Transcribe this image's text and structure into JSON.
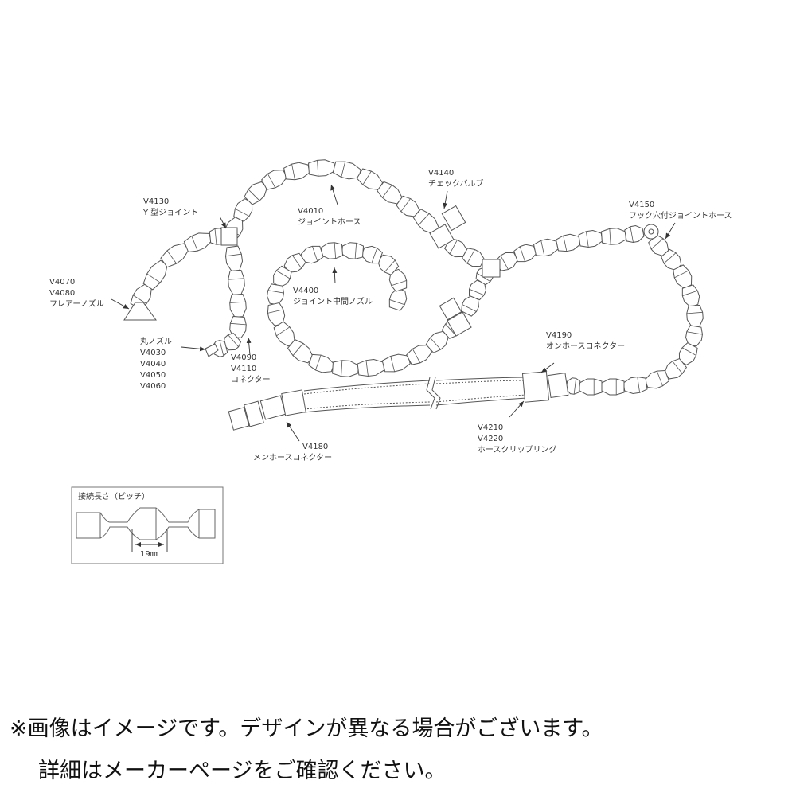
{
  "callouts": [
    {
      "id": "v4130",
      "lines": [
        "V4130",
        "Y 型ジョイント"
      ]
    },
    {
      "id": "v4010",
      "lines": [
        "V4010",
        "ジョイントホース"
      ]
    },
    {
      "id": "v4140",
      "lines": [
        "V4140",
        "チェックバルブ"
      ]
    },
    {
      "id": "v4150",
      "lines": [
        "V4150",
        "フック穴付ジョイントホース"
      ]
    },
    {
      "id": "v4070",
      "lines": [
        "V4070",
        "V4080",
        "フレアーノズル"
      ]
    },
    {
      "id": "v4400",
      "lines": [
        "V4400",
        "ジョイント中間ノズル"
      ]
    },
    {
      "id": "round-nozzle",
      "lines": [
        "丸ノズル",
        "V4030",
        "V4040",
        "V4050",
        "V4060"
      ]
    },
    {
      "id": "v4090",
      "lines": [
        "V4090",
        "V4110",
        "コネクター"
      ]
    },
    {
      "id": "v4190",
      "lines": [
        "V4190",
        "オンホースコネクター"
      ]
    },
    {
      "id": "v4210",
      "lines": [
        "V4210",
        "V4220",
        "ホースクリップリング"
      ]
    },
    {
      "id": "v4180",
      "lines": [
        "V4180",
        "メンホースコネクター"
      ]
    }
  ],
  "pitch_box": {
    "title": "接続長さ（ピッチ）",
    "dimension": "19㎜"
  },
  "notes": {
    "line1": "※画像はイメージです。デザインが異なる場合がございます。",
    "line2": "詳細はメーカーページをご確認ください。"
  }
}
